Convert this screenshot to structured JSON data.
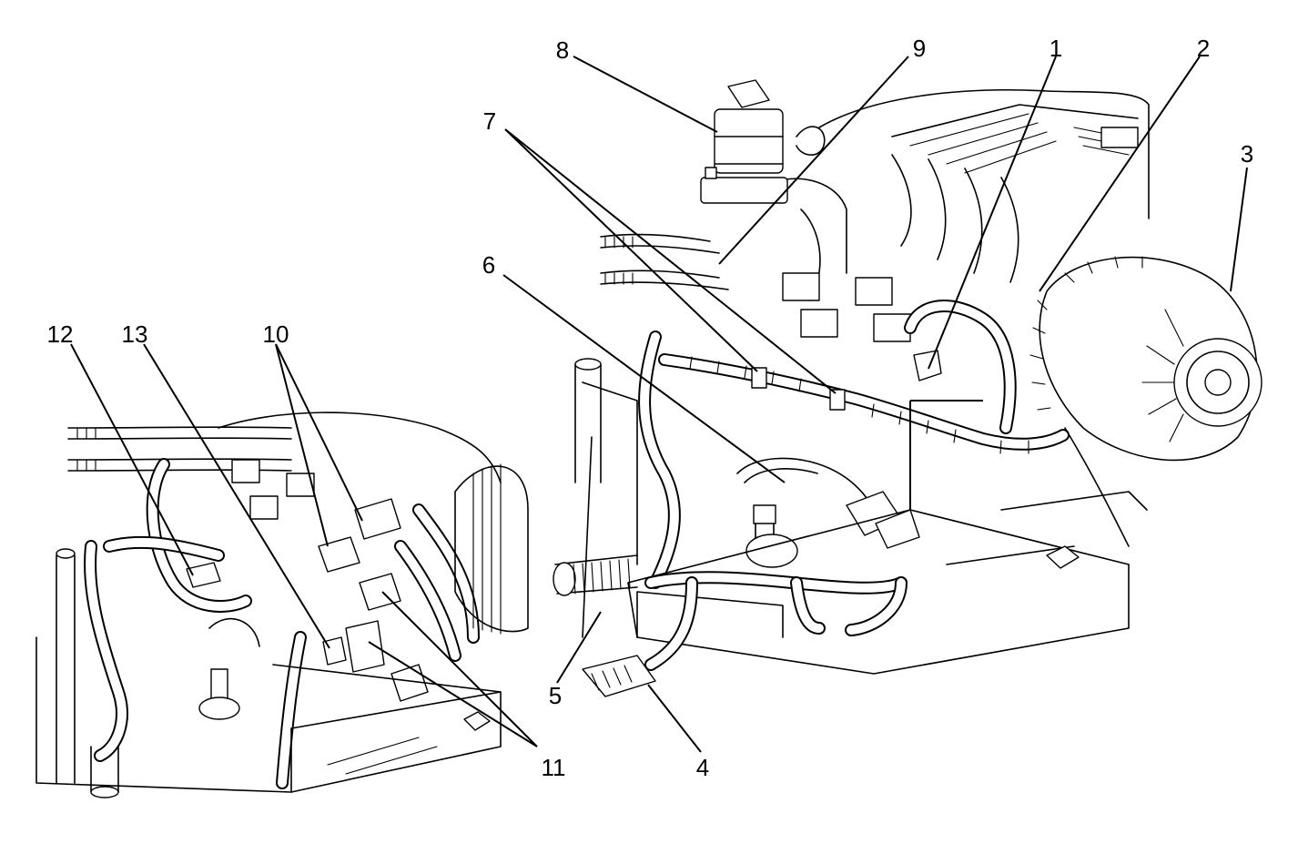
{
  "callouts": [
    {
      "id": "c1",
      "label": "1"
    },
    {
      "id": "c2",
      "label": "2"
    },
    {
      "id": "c3",
      "label": "3"
    },
    {
      "id": "c4",
      "label": "4"
    },
    {
      "id": "c5",
      "label": "5"
    },
    {
      "id": "c6",
      "label": "6"
    },
    {
      "id": "c7",
      "label": "7"
    },
    {
      "id": "c8",
      "label": "8"
    },
    {
      "id": "c9",
      "label": "9"
    },
    {
      "id": "c10",
      "label": "10"
    },
    {
      "id": "c11",
      "label": "11"
    },
    {
      "id": "c12",
      "label": "12"
    },
    {
      "id": "c13",
      "label": "13"
    }
  ],
  "colors": {
    "line": "#000000",
    "background": "#ffffff"
  }
}
